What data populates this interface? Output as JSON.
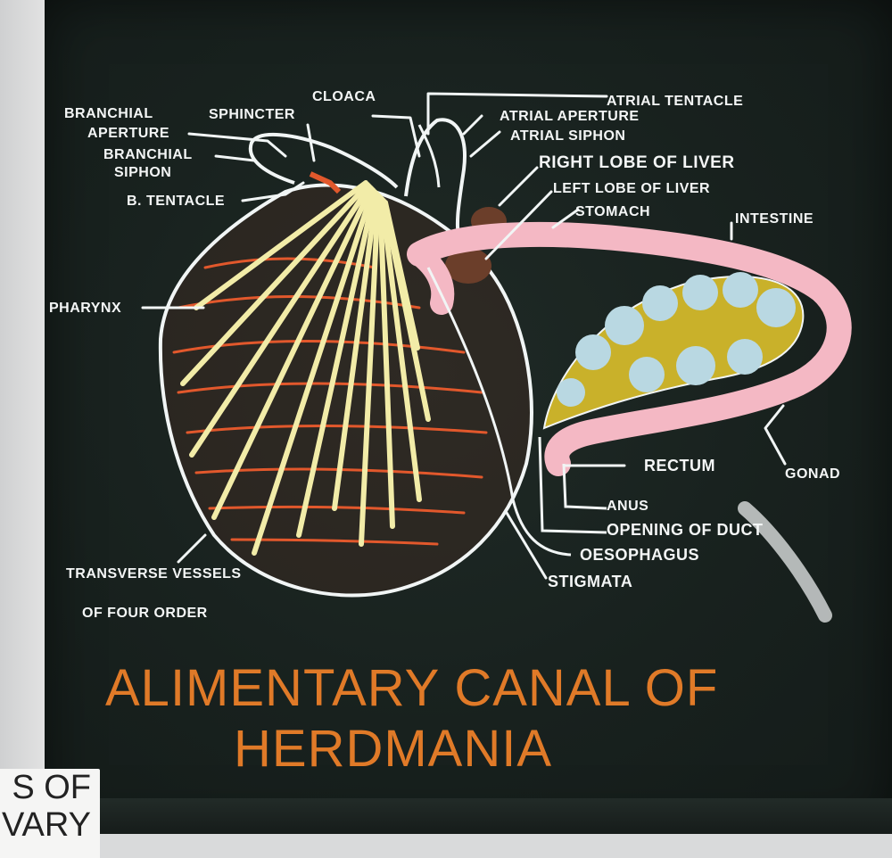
{
  "title": {
    "line1": "ALIMENTARY CANAL OF",
    "line2": "HERDMANIA"
  },
  "labels": {
    "branchial_aperture_1": "BRANCHIAL",
    "branchial_aperture_2": "APERTURE",
    "sphincter": "SPHINCTER",
    "cloaca": "CLOACA",
    "atrial_tentacle": "ATRIAL TENTACLE",
    "atrial_aperture": "ATRIAL APERTURE",
    "atrial_siphon": "ATRIAL SIPHON",
    "branchial_siphon_1": "BRANCHIAL",
    "branchial_siphon_2": "SIPHON",
    "right_lobe_liver": "RIGHT LOBE OF LIVER",
    "left_lobe_liver": "LEFT LOBE OF LIVER",
    "b_tentacle": "B. TENTACLE",
    "stomach": "STOMACH",
    "intestine": "INTESTINE",
    "pharynx": "PHARYNX",
    "rectum": "RECTUM",
    "gonad": "GONAD",
    "anus": "ANUS",
    "opening_of_duct": "OPENING OF DUCT",
    "oesophagus": "OESOPHAGUS",
    "stigmata": "STIGMATA",
    "transverse_vessels_1": "TRANSVERSE VESSELS",
    "transverse_vessels_2": "OF FOUR ORDER"
  },
  "caption_card": {
    "line1": "S OF",
    "line2": "VARY"
  },
  "colors": {
    "board": "#18211e",
    "chalk_white": "#f1f5f5",
    "pharynx_bars": "#f2eca8",
    "vessels": "#e2582c",
    "intestine": "#f4b8c4",
    "liver": "#6b3e2a",
    "gonad_fill": "#c9b12a",
    "gonad_lobes": "#b9d8e2",
    "title": "#e07a28"
  }
}
